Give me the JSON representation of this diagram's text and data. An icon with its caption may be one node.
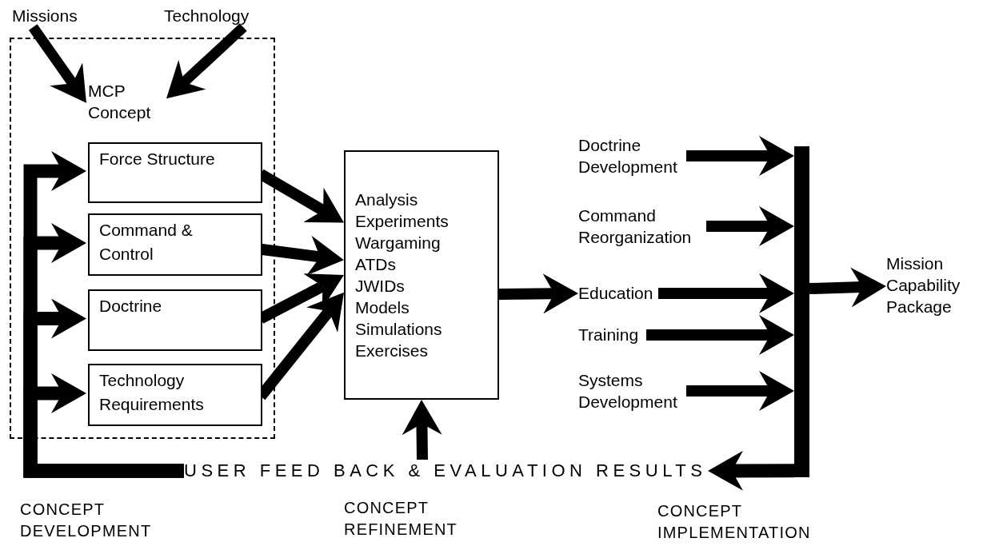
{
  "diagram": {
    "nodes": [
      {
        "text": [
          "Missions"
        ]
      },
      {
        "text": [
          "Technology"
        ]
      },
      {
        "text": [],
        "shape": "box"
      },
      {
        "text": [
          "MCP Concept"
        ],
        "in": 2
      },
      {
        "text": [
          "Force Structure"
        ],
        "in": 2
      },
      {
        "text": [
          "Command & Control"
        ],
        "in": 2
      },
      {
        "text": [
          "Doctrine"
        ],
        "in": 2
      },
      {
        "text": [
          "Technology Requirements"
        ],
        "in": 2
      },
      {
        "text": [
          "Analysis",
          "Experiments",
          "Wargaming",
          "ATDs",
          "JWIDs",
          "Models",
          "Simulations",
          "Exercises"
        ]
      },
      {
        "text": [
          "Doctrine Development"
        ]
      },
      {
        "text": [
          "Command Reorganization"
        ]
      },
      {
        "text": [
          "Education"
        ]
      },
      {
        "text": [
          "Training"
        ]
      },
      {
        "text": [
          "Systems Development"
        ]
      },
      {
        "text": [],
        "shape": "bar"
      },
      {
        "text": [
          "Mission Capability Package"
        ]
      },
      {
        "text": [
          "USER FEED BACK & EVALUATION RESULTS"
        ]
      }
    ],
    "edges": [
      {
        "from": 0,
        "to": 3,
        "arrow": "to"
      },
      {
        "from": 1,
        "to": 3,
        "arrow": "to"
      },
      {
        "from": 4,
        "to": 8,
        "arrow": "to"
      },
      {
        "from": 5,
        "to": 8,
        "arrow": "to"
      },
      {
        "from": 6,
        "to": 8,
        "arrow": "to"
      },
      {
        "from": 7,
        "to": 8,
        "arrow": "to"
      },
      {
        "from": 8,
        "to": 11,
        "arrow": "to"
      },
      {
        "from": 9,
        "to": 14,
        "arrow": "to"
      },
      {
        "from": 10,
        "to": 14,
        "arrow": "to"
      },
      {
        "from": 11,
        "to": 14,
        "arrow": "to"
      },
      {
        "from": 12,
        "to": 14,
        "arrow": "to"
      },
      {
        "from": 13,
        "to": 14,
        "arrow": "to"
      },
      {
        "from": 14,
        "to": 15,
        "arrow": "to"
      },
      {
        "from": 14,
        "to": 16,
        "arrow": "to"
      },
      {
        "from": 16,
        "to": 8,
        "arrow": "to"
      },
      {
        "from": 16,
        "to": 4,
        "arrow": "to"
      },
      {
        "from": 16,
        "to": 5,
        "arrow": "to"
      },
      {
        "from": 16,
        "to": 6,
        "arrow": "to"
      },
      {
        "from": 16,
        "to": 7,
        "arrow": "to"
      }
    ],
    "labels": [
      "CONCEPT DEVELOPMENT",
      "CONCEPT REFINEMENT",
      "CONCEPT IMPLEMENTATION"
    ]
  }
}
